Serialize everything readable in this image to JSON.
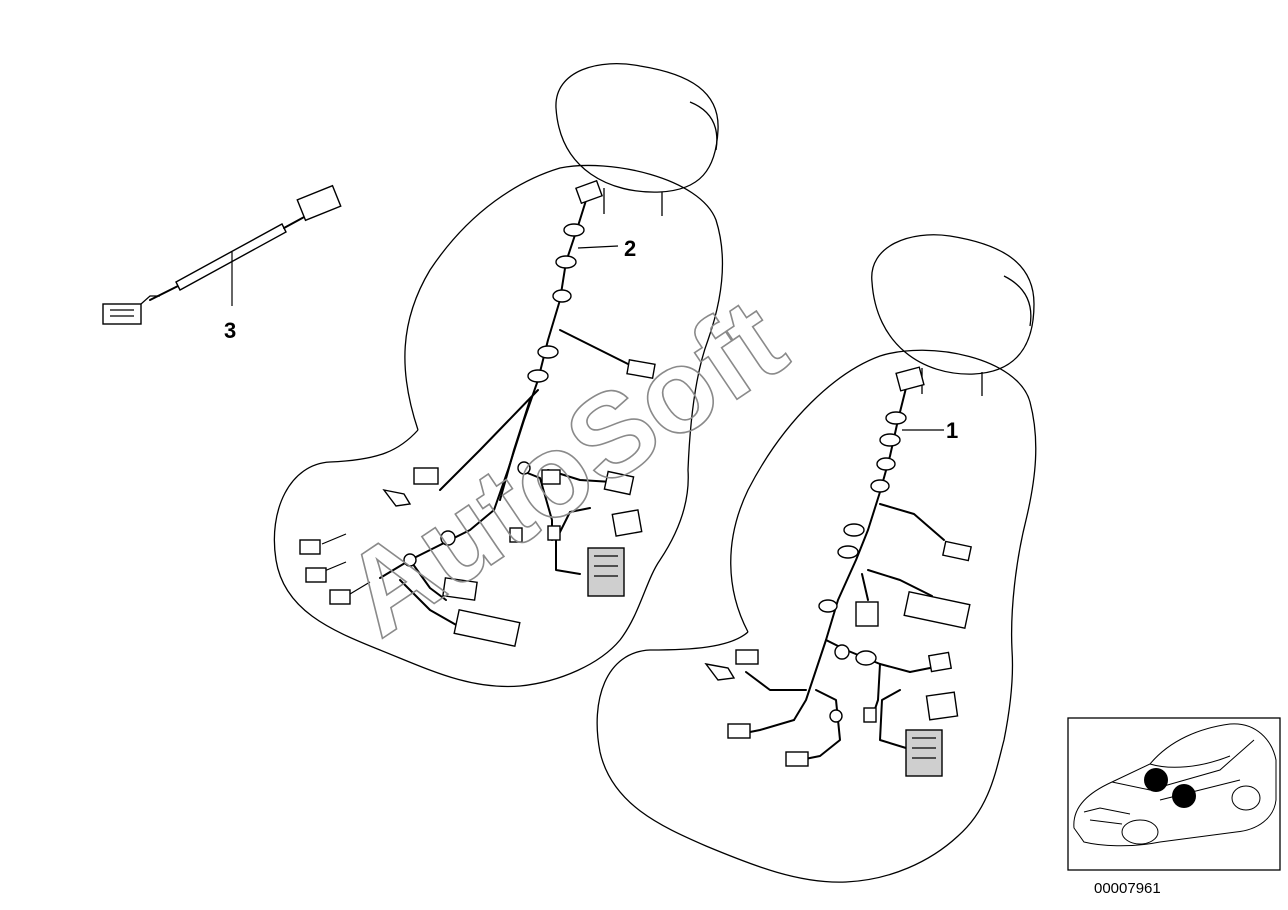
{
  "callouts": [
    {
      "id": "1",
      "label": "1"
    },
    {
      "id": "2",
      "label": "2"
    },
    {
      "id": "3",
      "label": "3"
    }
  ],
  "watermark": {
    "text": "AutoSoft"
  },
  "inset": {
    "reference_number": "00007961",
    "marker_color": "#000000"
  },
  "colors": {
    "line": "#000000",
    "watermark": "#8a8a8a",
    "background": "#ffffff"
  }
}
